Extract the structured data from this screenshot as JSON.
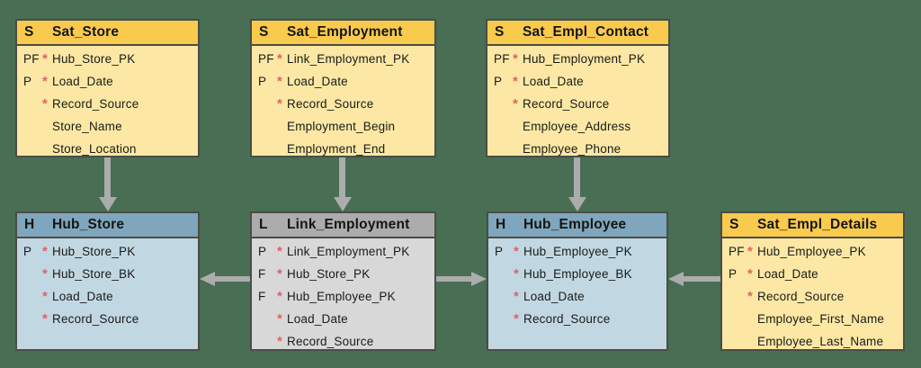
{
  "diagram_type": "data-vault-model",
  "colors": {
    "background": "#486e54",
    "satellite_header": "#f8ca4e",
    "satellite_body": "#fce8a4",
    "hub_header": "#7fa6bc",
    "hub_body": "#c1d8e2",
    "link_header": "#acacac",
    "link_body": "#d8d8d8",
    "table_border": "#4c4c46",
    "required_marker": "#e0606b",
    "arrow": "#acacac",
    "text": "#1a1a1a"
  },
  "tables": [
    {
      "prefix": "S",
      "title": "Sat_Store",
      "kind": "satellite",
      "fields": [
        {
          "key": "PF",
          "marker": "*",
          "name": "Hub_Store_PK"
        },
        {
          "key": "P",
          "marker": "*",
          "name": "Load_Date"
        },
        {
          "key": "",
          "marker": "*",
          "name": "Record_Source"
        },
        {
          "key": "",
          "marker": "",
          "name": "Store_Name"
        },
        {
          "key": "",
          "marker": "",
          "name": "Store_Location"
        }
      ]
    },
    {
      "prefix": "S",
      "title": "Sat_Employment",
      "kind": "satellite",
      "fields": [
        {
          "key": "PF",
          "marker": "*",
          "name": "Link_Employment_PK"
        },
        {
          "key": "P",
          "marker": "*",
          "name": "Load_Date"
        },
        {
          "key": "",
          "marker": "*",
          "name": "Record_Source"
        },
        {
          "key": "",
          "marker": "",
          "name": "Employment_Begin"
        },
        {
          "key": "",
          "marker": "",
          "name": "Employment_End"
        }
      ]
    },
    {
      "prefix": "S",
      "title": "Sat_Empl_Contact",
      "kind": "satellite",
      "fields": [
        {
          "key": "PF",
          "marker": "*",
          "name": "Hub_Employment_PK"
        },
        {
          "key": "P",
          "marker": "*",
          "name": "Load_Date"
        },
        {
          "key": "",
          "marker": "*",
          "name": "Record_Source"
        },
        {
          "key": "",
          "marker": "",
          "name": "Employee_Address"
        },
        {
          "key": "",
          "marker": "",
          "name": "Employee_Phone"
        }
      ]
    },
    {
      "prefix": "H",
      "title": "Hub_Store",
      "kind": "hub",
      "fields": [
        {
          "key": "P",
          "marker": "*",
          "name": "Hub_Store_PK"
        },
        {
          "key": "",
          "marker": "*",
          "name": "Hub_Store_BK"
        },
        {
          "key": "",
          "marker": "*",
          "name": "Load_Date"
        },
        {
          "key": "",
          "marker": "*",
          "name": "Record_Source"
        }
      ]
    },
    {
      "prefix": "L",
      "title": "Link_Employment",
      "kind": "link",
      "fields": [
        {
          "key": "P",
          "marker": "*",
          "name": "Link_Employment_PK"
        },
        {
          "key": "F",
          "marker": "*",
          "name": "Hub_Store_PK"
        },
        {
          "key": "F",
          "marker": "*",
          "name": "Hub_Employee_PK"
        },
        {
          "key": "",
          "marker": "*",
          "name": "Load_Date"
        },
        {
          "key": "",
          "marker": "*",
          "name": "Record_Source"
        }
      ]
    },
    {
      "prefix": "H",
      "title": "Hub_Employee",
      "kind": "hub",
      "fields": [
        {
          "key": "P",
          "marker": "*",
          "name": "Hub_Employee_PK"
        },
        {
          "key": "",
          "marker": "*",
          "name": "Hub_Employee_BK"
        },
        {
          "key": "",
          "marker": "*",
          "name": "Load_Date"
        },
        {
          "key": "",
          "marker": "*",
          "name": "Record_Source"
        }
      ]
    },
    {
      "prefix": "S",
      "title": "Sat_Empl_Details",
      "kind": "satellite",
      "fields": [
        {
          "key": "PF",
          "marker": "*",
          "name": "Hub_Employee_PK"
        },
        {
          "key": "P",
          "marker": "*",
          "name": "Load_Date"
        },
        {
          "key": "",
          "marker": "*",
          "name": "Record_Source"
        },
        {
          "key": "",
          "marker": "",
          "name": "Employee_First_Name"
        },
        {
          "key": "",
          "marker": "",
          "name": "Employee_Last_Name"
        }
      ]
    }
  ],
  "arrows": [
    {
      "from": "Sat_Store",
      "to": "Hub_Store",
      "direction": "down"
    },
    {
      "from": "Sat_Employment",
      "to": "Link_Employment",
      "direction": "down"
    },
    {
      "from": "Sat_Empl_Contact",
      "to": "Hub_Employee",
      "direction": "down"
    },
    {
      "from": "Link_Employment",
      "to": "Hub_Store",
      "direction": "left"
    },
    {
      "from": "Link_Employment",
      "to": "Hub_Employee",
      "direction": "right"
    },
    {
      "from": "Sat_Empl_Details",
      "to": "Hub_Employee",
      "direction": "left"
    }
  ]
}
